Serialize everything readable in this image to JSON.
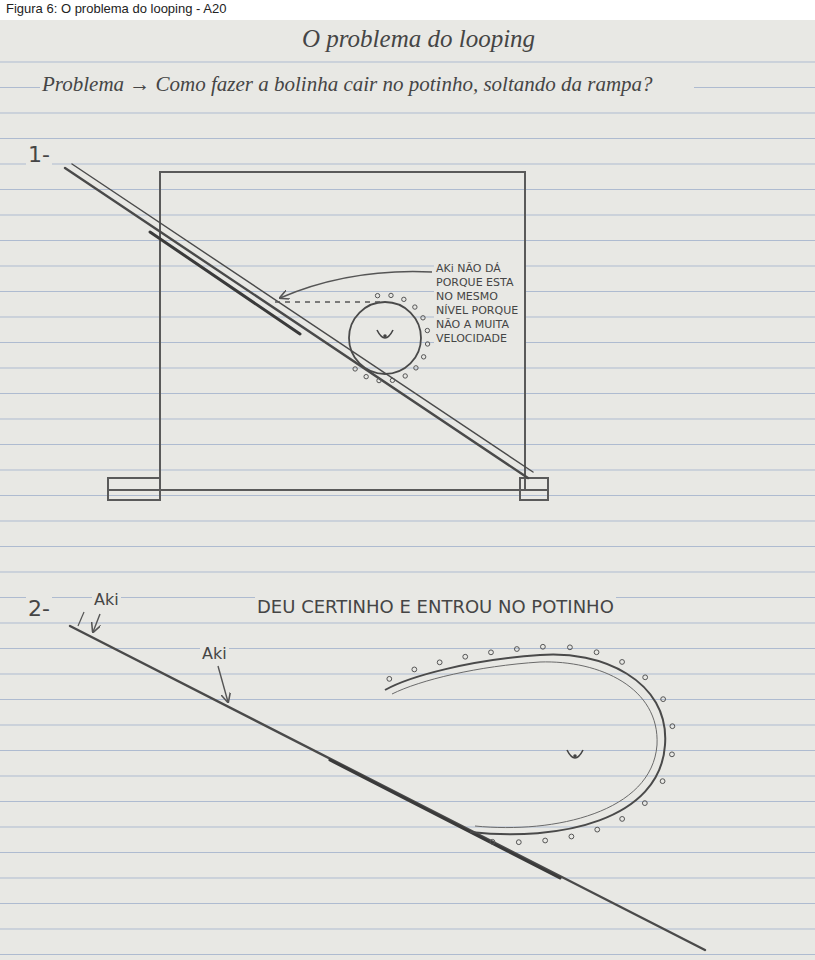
{
  "diagram": {
    "caption": "Figura 6: O problema do looping - A20",
    "title": "O problema do looping",
    "labels": [
      "Problema → Como fazer a bolinha cair no potinho, soltando da rampa?",
      "1-",
      "AKi NÃO DÁ PORQUE ESTA NO MESMO NÍVEL PORQUE NÃO A MUITA VELOCIDADE",
      "2-",
      "Aki",
      "Aki",
      "DEU CERTINHO E ENTROU NO POTINHO"
    ]
  }
}
